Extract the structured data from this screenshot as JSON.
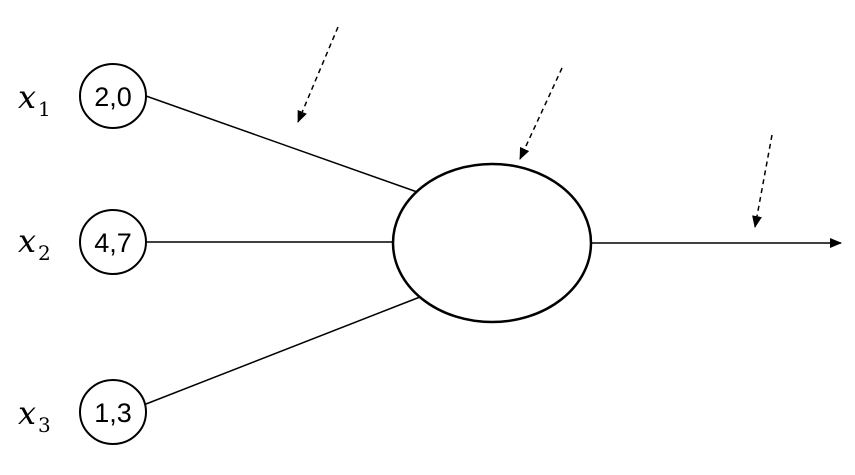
{
  "inputs": [
    {
      "variable": "x",
      "subscript": "1",
      "value": "2,0"
    },
    {
      "variable": "x",
      "subscript": "2",
      "value": "4,7"
    },
    {
      "variable": "x",
      "subscript": "3",
      "value": "1,3"
    }
  ],
  "colors": {
    "stroke": "#000000",
    "background": "#ffffff"
  }
}
